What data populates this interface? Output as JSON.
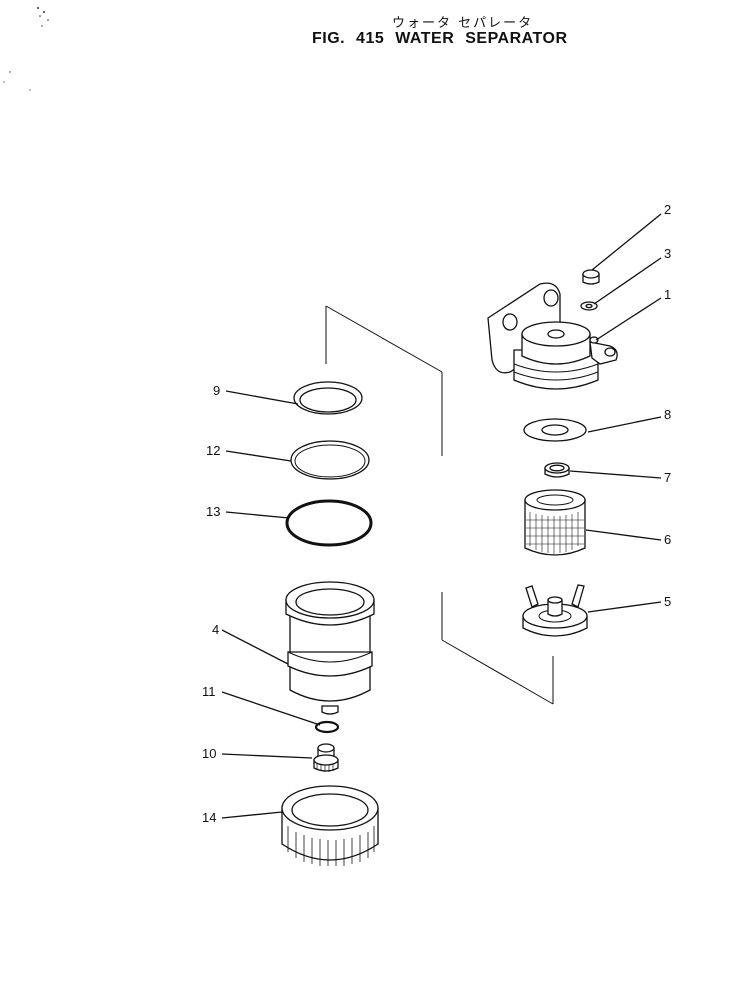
{
  "title": {
    "japanese": "ウォータ セパレータ",
    "english": "FIG. 415 WATER SEPARATOR"
  },
  "callouts": [
    {
      "id": "c1",
      "label": "1",
      "part": "plug"
    },
    {
      "id": "c2",
      "label": "2",
      "part": "plug"
    },
    {
      "id": "c3",
      "label": "3",
      "part": "washer"
    },
    {
      "id": "c4",
      "label": "4",
      "part": "bowl"
    },
    {
      "id": "c5",
      "label": "5",
      "part": "element-holder"
    },
    {
      "id": "c6",
      "label": "6",
      "part": "element"
    },
    {
      "id": "c7",
      "label": "7",
      "part": "o-ring"
    },
    {
      "id": "c8",
      "label": "8",
      "part": "gasket"
    },
    {
      "id": "c9",
      "label": "9",
      "part": "ring"
    },
    {
      "id": "c10",
      "label": "10",
      "part": "drain-plug"
    },
    {
      "id": "c11",
      "label": "11",
      "part": "o-ring"
    },
    {
      "id": "c12",
      "label": "12",
      "part": "ring"
    },
    {
      "id": "c13",
      "label": "13",
      "part": "o-ring"
    },
    {
      "id": "c14",
      "label": "14",
      "part": "ring-nut"
    }
  ]
}
